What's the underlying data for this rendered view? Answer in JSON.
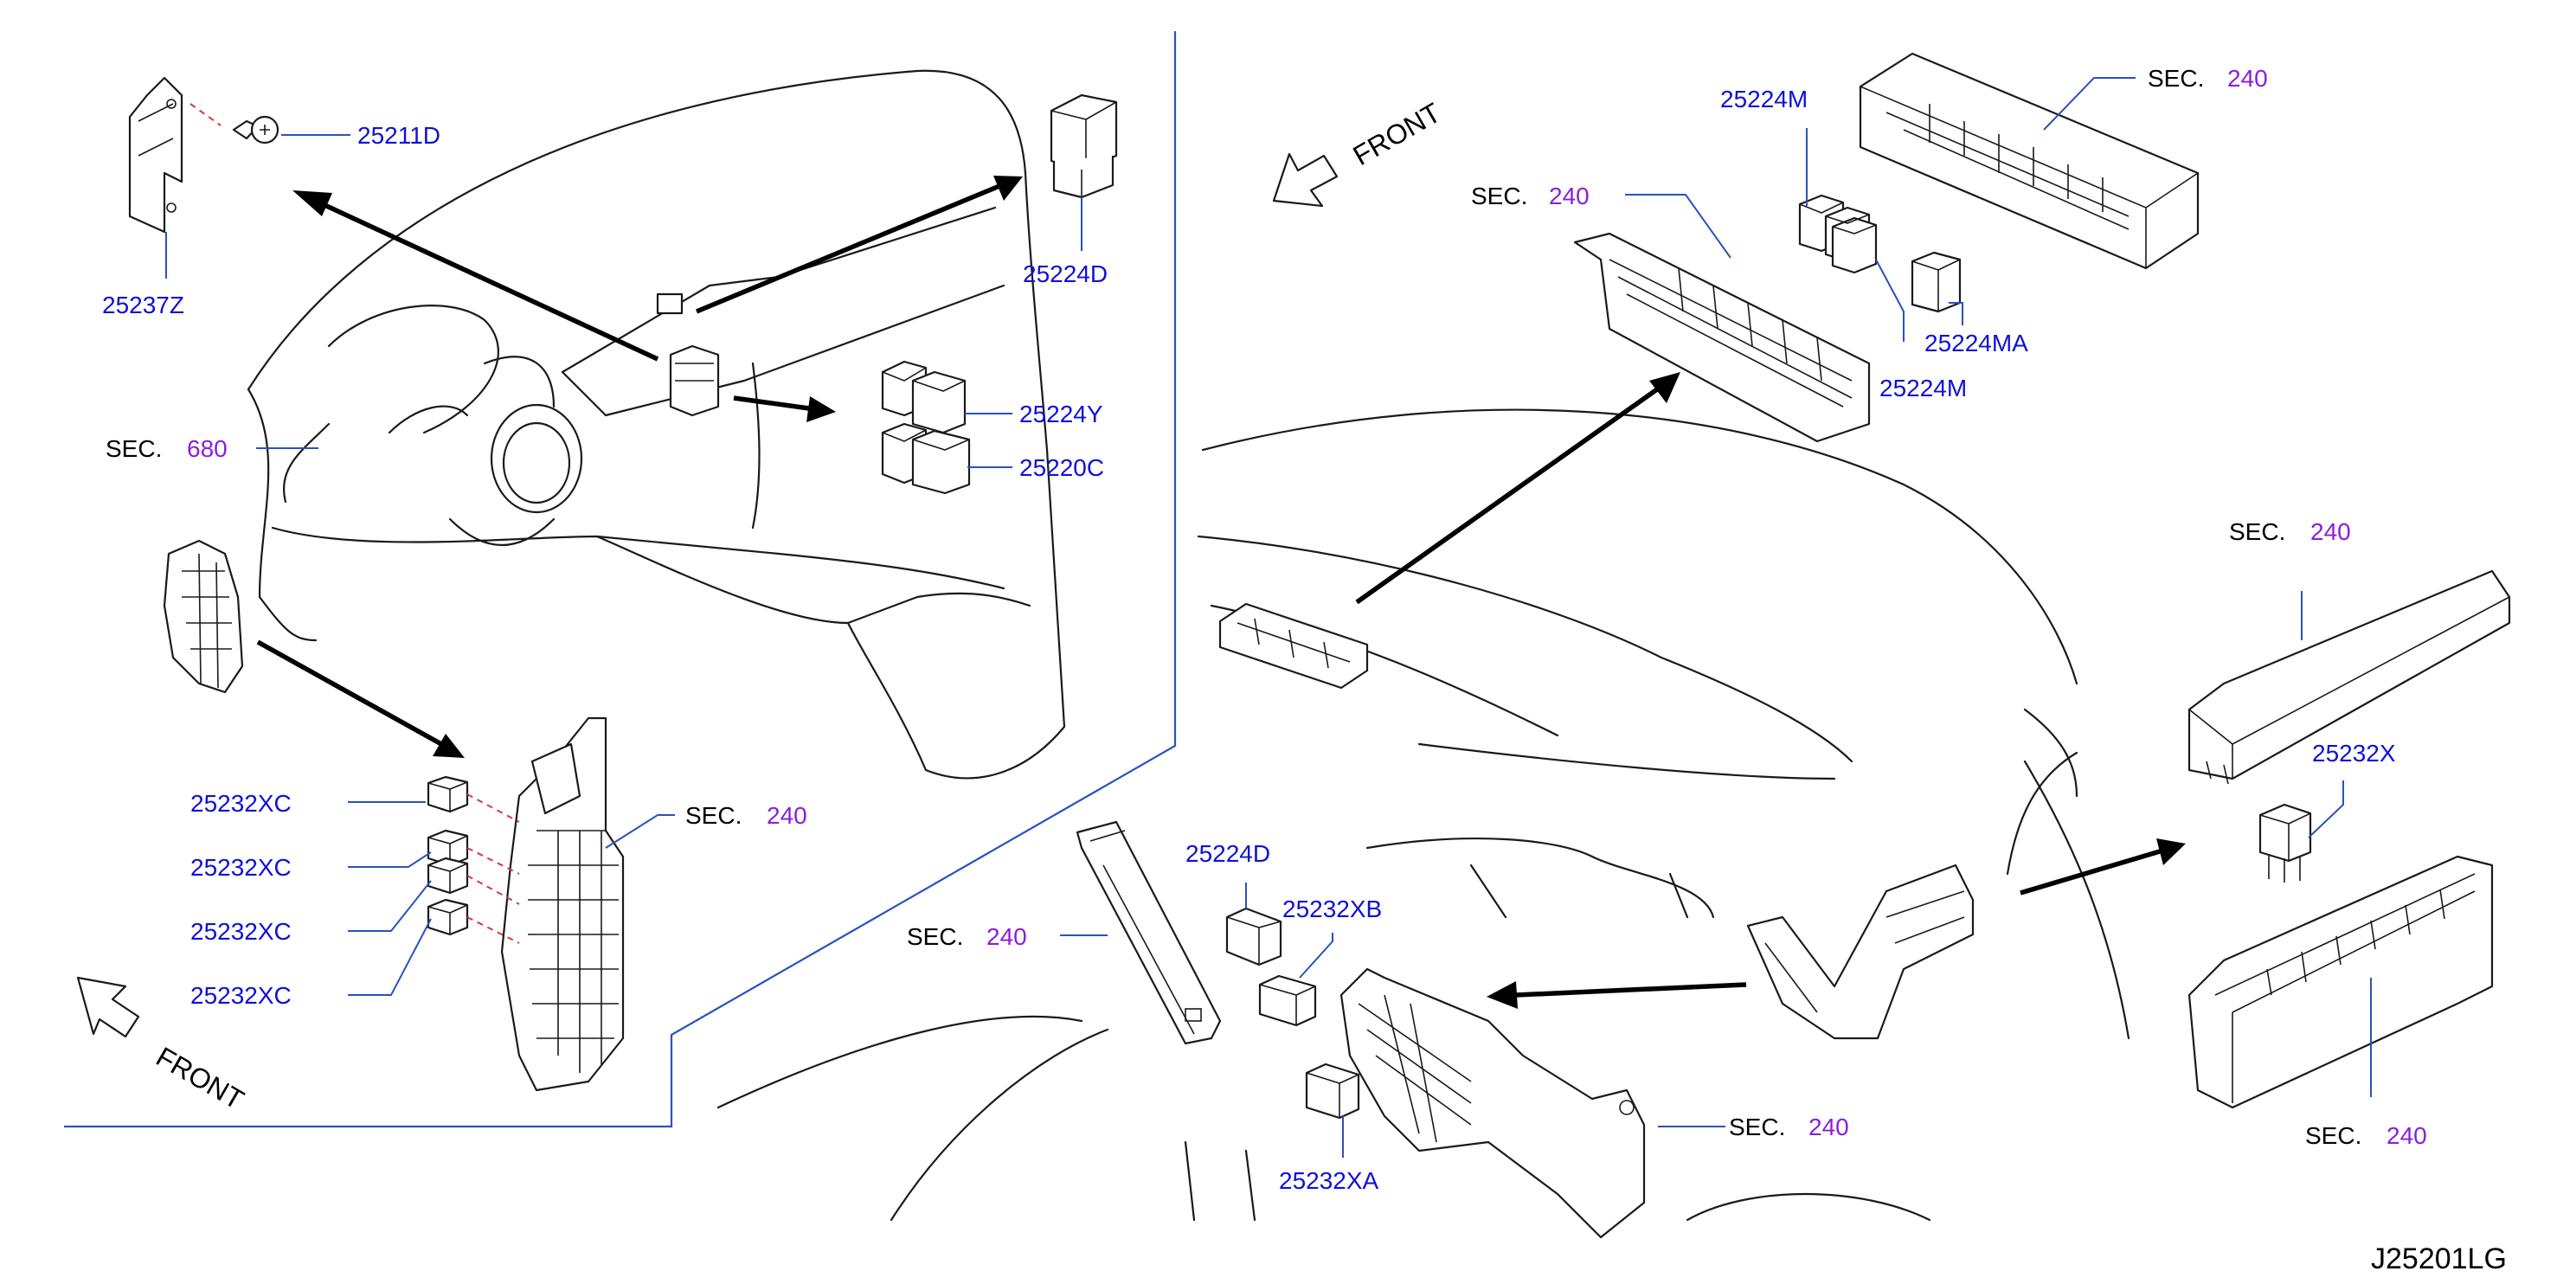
{
  "diagram_code": "J25201LG",
  "front_label": "FRONT",
  "sec_label": "SEC.",
  "sections": {
    "s680": "680",
    "s240": "240"
  },
  "parts": {
    "p25211D": "25211D",
    "p25237Z": "25237Z",
    "p25224D": "25224D",
    "p25224Y": "25224Y",
    "p25220C": "25220C",
    "p25232XC": "25232XC",
    "p25224M": "25224M",
    "p25224MA": "25224MA",
    "p25232X": "25232X",
    "p25232XB": "25232XB",
    "p25232XA": "25232XA"
  },
  "colors": {
    "part_number": "#1010d8",
    "section_number": "#8a1fd8",
    "leader_line": "#2a52be",
    "dashed_guide": "#d43a3a"
  }
}
